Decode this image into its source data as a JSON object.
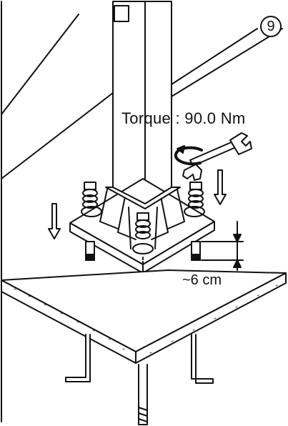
{
  "diagram": {
    "step_number": "9",
    "torque_label": "Torque : 90.0 Nm",
    "distance_label": "~6 cm"
  },
  "icons": [
    "wrench-icon",
    "rotate-arrow-icon",
    "down-arrow-icon"
  ],
  "colors": {
    "line": "#111111",
    "background": "#ffffff",
    "concrete_speckle": "#555555"
  }
}
